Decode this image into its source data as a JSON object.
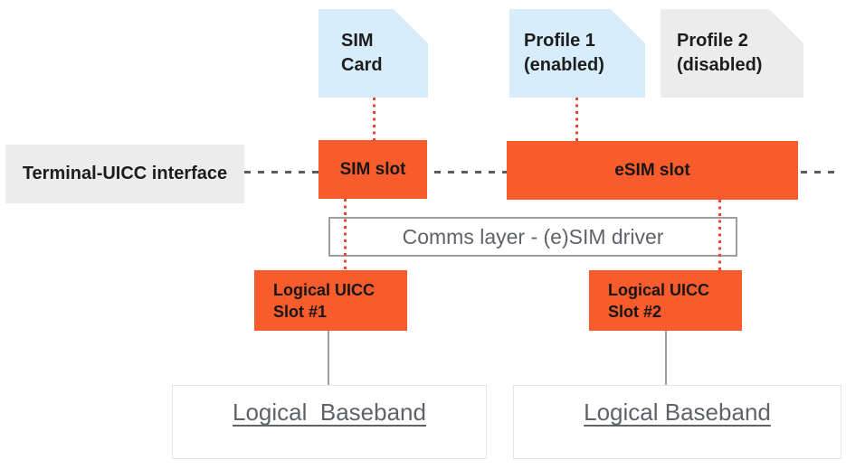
{
  "diagram": {
    "description": "SIM / eSIM slot architecture diagram",
    "nodes": {
      "sim_card": {
        "line1": "SIM",
        "line2": "Card"
      },
      "profile_1": {
        "line1": "Profile 1",
        "line2": "(enabled)"
      },
      "profile_2": {
        "line1": "Profile 2",
        "line2": "(disabled)"
      },
      "terminal_interface": {
        "label": "Terminal-UICC interface"
      },
      "sim_slot": {
        "label": "SIM slot"
      },
      "esim_slot": {
        "label": "eSIM slot"
      },
      "comms_layer": {
        "label": "Comms layer - (e)SIM driver"
      },
      "uicc_slot_1": {
        "line1": "Logical UICC",
        "line2": "Slot #1"
      },
      "uicc_slot_2": {
        "line1": "Logical UICC",
        "line2": "Slot #2"
      },
      "baseband_left": {
        "label": "Logical  Baseband"
      },
      "baseband_right": {
        "label": "Logical Baseband"
      }
    },
    "edges": [
      {
        "from": "sim_card",
        "to": "sim_slot",
        "style": "dotted-red"
      },
      {
        "from": "sim_slot",
        "to": "uicc_slot_1",
        "style": "dotted-red"
      },
      {
        "from": "profile_1",
        "to": "esim_slot",
        "style": "dotted-red"
      },
      {
        "from": "esim_slot",
        "to": "uicc_slot_2",
        "style": "dotted-red"
      },
      {
        "from": "uicc_slot_1",
        "to": "baseband_left",
        "style": "solid-gray"
      },
      {
        "from": "uicc_slot_2",
        "to": "baseband_right",
        "style": "solid-gray"
      },
      {
        "from": "terminal_interface",
        "to": "right-edge",
        "style": "dashed-gray",
        "orientation": "horizontal"
      }
    ],
    "colors": {
      "orange": "#f85c2c",
      "light_blue": "#d8edfb",
      "light_gray": "#ececec",
      "red_dotted": "#e8453c",
      "dashed_line": "#5a5d60",
      "connector_gray": "#9aa0a6",
      "comms_border": "#9e9e9e",
      "gray_text": "#5f6368",
      "dark_text": "#1d1d1d",
      "background": "#ffffff"
    }
  }
}
